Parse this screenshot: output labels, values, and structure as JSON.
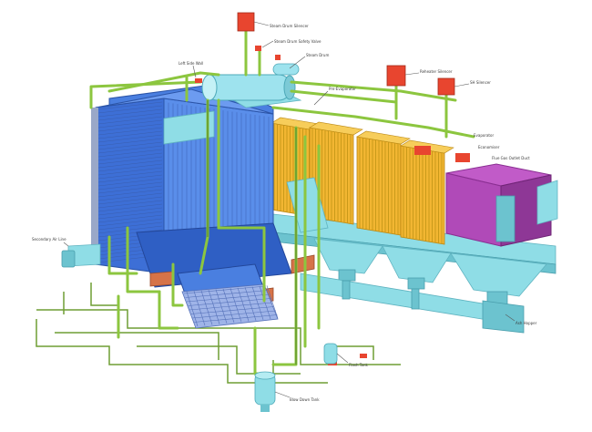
{
  "labels": {
    "steam_drum_silencer": "Steam Drum Silencer",
    "steam_drum_safety_valve": "Steam Drum Safety Valve",
    "steam_drum": "Steam Drum",
    "left_side_wall": "Left Side Wall",
    "pre_evaporator": "Pre-Evaporator",
    "reheater_silencer": "Reheater Silencer",
    "sh_silencer": "SH Silencer",
    "secondary_air_line": "Secondary Air Line",
    "flash_tank": "Flash Tank",
    "blow_down_tank": "Blow Down Tank",
    "ash_hopper": "Ash Hopper",
    "economiser": "Economiser",
    "evaporator": "Evaporator",
    "flue_gas_outlet": "Flue Gas Outlet Duct"
  },
  "colors": {
    "furnace": "#3d6fd6",
    "superheater": "#f2b632",
    "economiser_box": "#b04ab8",
    "steel": "#8fdde6",
    "pipe": "#8cc63f",
    "silencer": "#e8452f",
    "drum": "#9ee3ee"
  }
}
